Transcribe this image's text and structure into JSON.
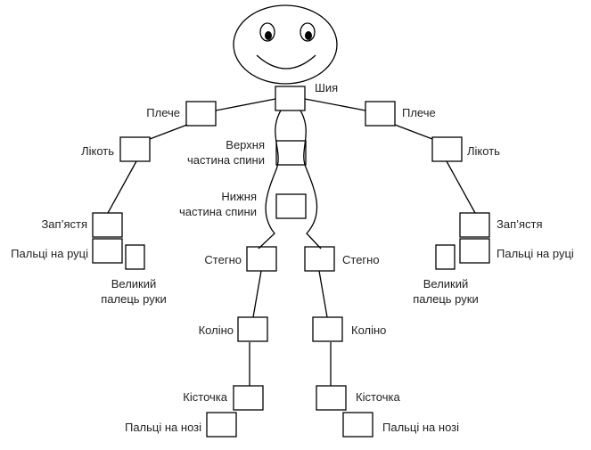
{
  "labels": {
    "neck": "Шия",
    "shoulder_left": "Плече",
    "shoulder_right": "Плече",
    "elbow_left": "Лікоть",
    "elbow_right": "Лікоть",
    "upper_back_1": "Верхня",
    "upper_back_2": "частина спини",
    "lower_back_1": "Нижня",
    "lower_back_2": "частина спини",
    "wrist_left": "Зап’ястя",
    "wrist_right": "Зап’ястя",
    "fingers_left": "Пальці на руці",
    "fingers_right": "Пальці на руці",
    "thumb_left_1": "Великий",
    "thumb_left_2": "палець руки",
    "thumb_right_1": "Великий",
    "thumb_right_2": "палець руки",
    "hip_left": "Стегно",
    "hip_right": "Стегно",
    "knee_left": "Коліно",
    "knee_right": "Коліно",
    "ankle_left": "Кісточка",
    "ankle_right": "Кісточка",
    "toes_left": "Пальці на нозі",
    "toes_right": "Пальці на нозі"
  }
}
